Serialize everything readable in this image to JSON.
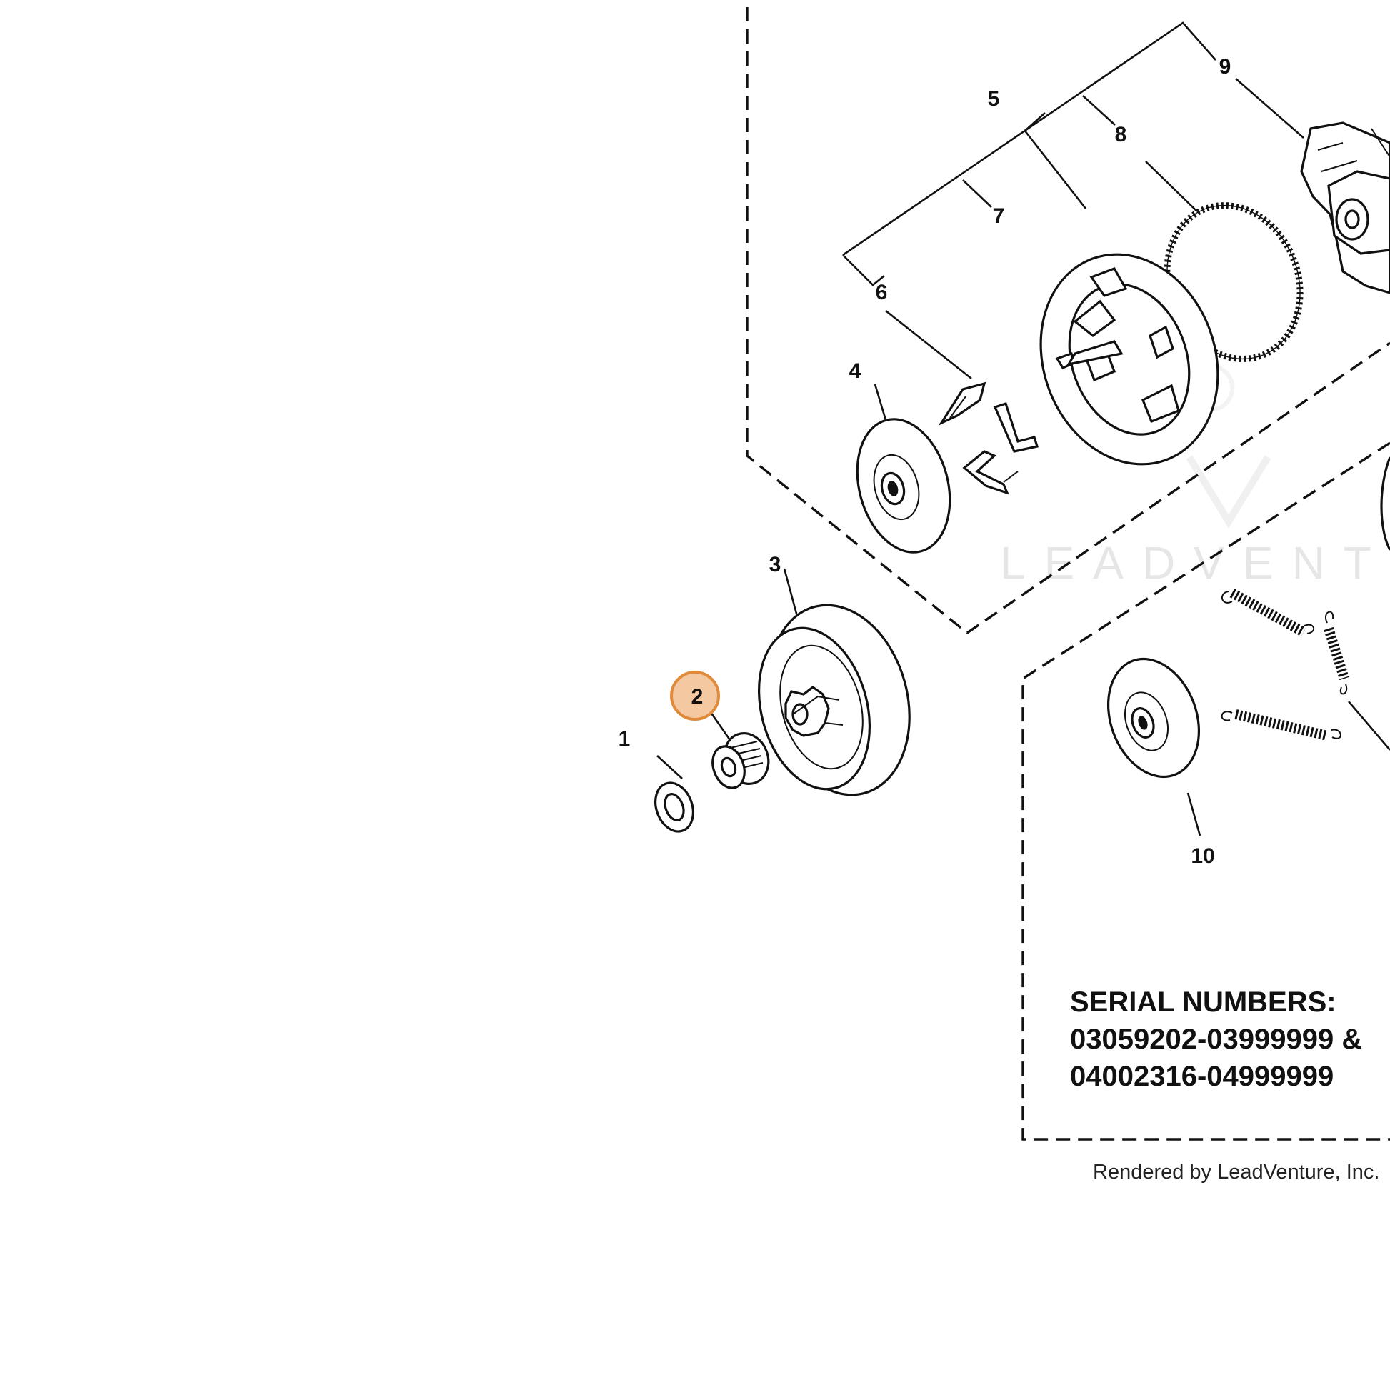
{
  "callouts": [
    "1",
    "2",
    "3",
    "4",
    "5",
    "6",
    "7",
    "8",
    "9",
    "10"
  ],
  "selected_callout": "2",
  "highlight_color": "#e08a3c",
  "serial_numbers": {
    "line1": "SERIAL NUMBERS:",
    "line2": "03059202-03999999 &",
    "line3": "04002316-04999999"
  },
  "watermark": "LEADVENTUR",
  "credit": "Rendered by LeadVenture, Inc."
}
